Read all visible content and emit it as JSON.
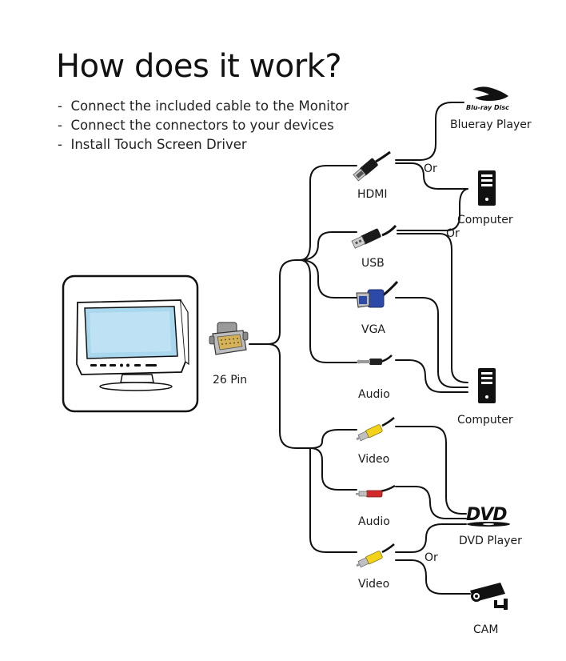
{
  "title": "How does it work?",
  "steps": [
    "Connect the included cable to the Monitor",
    "Connect the connectors to your devices",
    "Install Touch Screen Driver"
  ],
  "source": {
    "label": "26 Pin"
  },
  "connectors": {
    "hdmi": "HDMI",
    "usb": "USB",
    "vga": "VGA",
    "audio1": "Audio",
    "video1": "Video",
    "audio2": "Audio",
    "video2": "Video"
  },
  "devices": {
    "bluray_logo": "Blu-ray Disc",
    "bluray": "Blueray Player",
    "computer1": "Computer",
    "computer2": "Computer",
    "dvd_logo": "DVD",
    "dvd": "DVD Player",
    "cam": "CAM"
  },
  "or_labels": [
    "Or",
    "Or",
    "Or"
  ],
  "colors": {
    "screen": "#a9d8ee",
    "monitor_body": "#ffffff",
    "vga_blue": "#2e4aa8",
    "rca_yellow": "#f2d21a",
    "rca_red": "#d12a2a"
  }
}
